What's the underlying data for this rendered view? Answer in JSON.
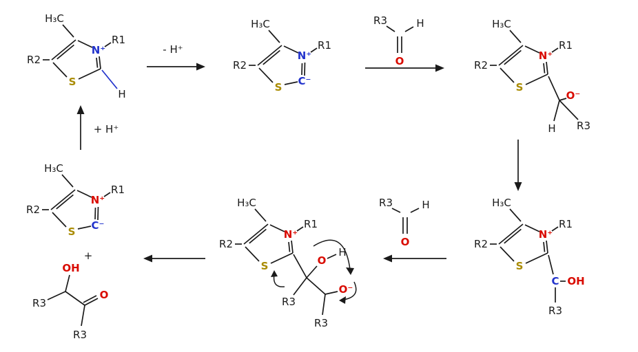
{
  "colors": {
    "bond": "#1a1a1a",
    "oxygen_red": "#d90b00",
    "charged_nitrogen_red": "#d90b00",
    "blue": "#2233cc",
    "sulfur": "#a98b00"
  },
  "arrow_labels": {
    "deprotonation": "- H⁺",
    "reprotonation": "+ H⁺"
  },
  "plus_sign": "+",
  "thiazolium": {
    "methyl": "H₃C",
    "r1": "R1",
    "r2": "R2",
    "n": "N⁺",
    "s": "S",
    "h": "H"
  },
  "ylide": {
    "methyl": "H₃C",
    "r1": "R1",
    "r2": "R2",
    "n": "N⁺",
    "s": "S",
    "c": "C⁻"
  },
  "aldehyde_top": {
    "r3": "R3",
    "h": "H",
    "o": "O"
  },
  "alkoxide_adduct": {
    "methyl": "H₃C",
    "r1": "R1",
    "r2": "R2",
    "n": "N⁺",
    "s": "S",
    "o": "O⁻",
    "h": "H",
    "r3": "R3"
  },
  "breslow": {
    "methyl": "H₃C",
    "r1": "R1",
    "r2": "R2",
    "n": "N⁺",
    "s": "S",
    "c": "C",
    "oh": "OH",
    "r3": "R3"
  },
  "aldehyde_bottom": {
    "r3": "R3",
    "h": "H",
    "o": "O"
  },
  "tetrahedral": {
    "methyl": "H₃C",
    "r1": "R1",
    "r2": "R2",
    "n": "N⁺",
    "s": "S",
    "o": "O",
    "h": "H",
    "o_minus": "O⁻",
    "r3_upper": "R3",
    "r3_lower": "R3"
  },
  "ylide_regenerated": {
    "methyl": "H₃C",
    "r1": "R1",
    "r2": "R2",
    "n": "N⁺",
    "s": "S",
    "c": "C⁻"
  },
  "acyloin": {
    "oh": "OH",
    "r3_upper": "R3",
    "o": "O",
    "r3_lower": "R3"
  }
}
